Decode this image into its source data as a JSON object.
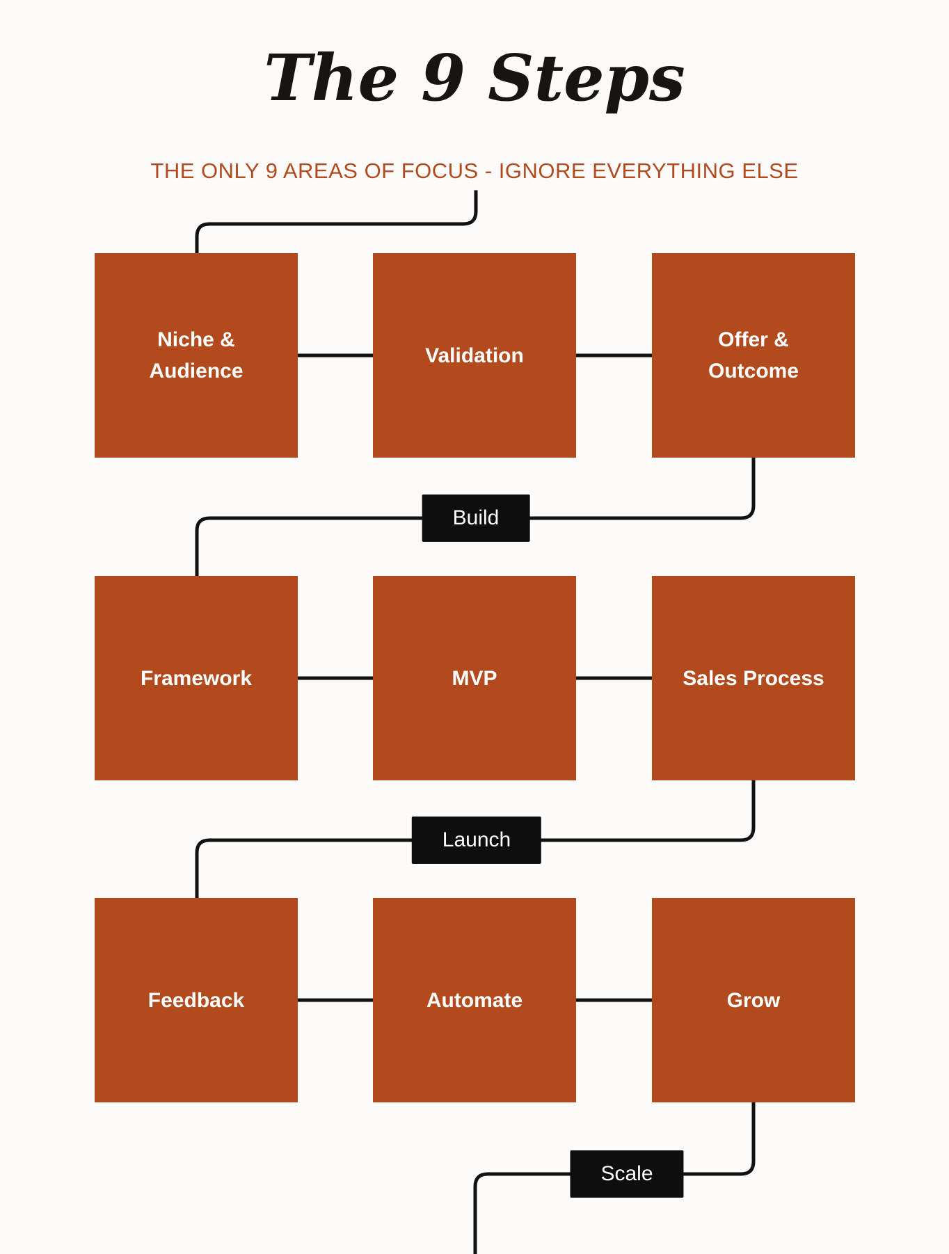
{
  "title": "The 9 Steps",
  "subtitle": "THE ONLY 9 AREAS OF FOCUS - IGNORE EVERYTHING ELSE",
  "steps": [
    {
      "label": "Niche & Audience"
    },
    {
      "label": "Validation"
    },
    {
      "label": "Offer & Outcome"
    },
    {
      "label": "Framework"
    },
    {
      "label": "MVP"
    },
    {
      "label": "Sales Process"
    },
    {
      "label": "Feedback"
    },
    {
      "label": "Automate"
    },
    {
      "label": "Grow"
    }
  ],
  "phases": [
    {
      "label": "Build"
    },
    {
      "label": "Launch"
    },
    {
      "label": "Scale"
    }
  ],
  "colors": {
    "background": "#fcfbf9",
    "box": "#b34a1d",
    "box_text": "#ffffff",
    "accent_text": "#b34a1d",
    "title_text": "#171513",
    "connector": "#111111",
    "pill_bg": "#0e0e0e",
    "pill_text": "#ffffff"
  }
}
